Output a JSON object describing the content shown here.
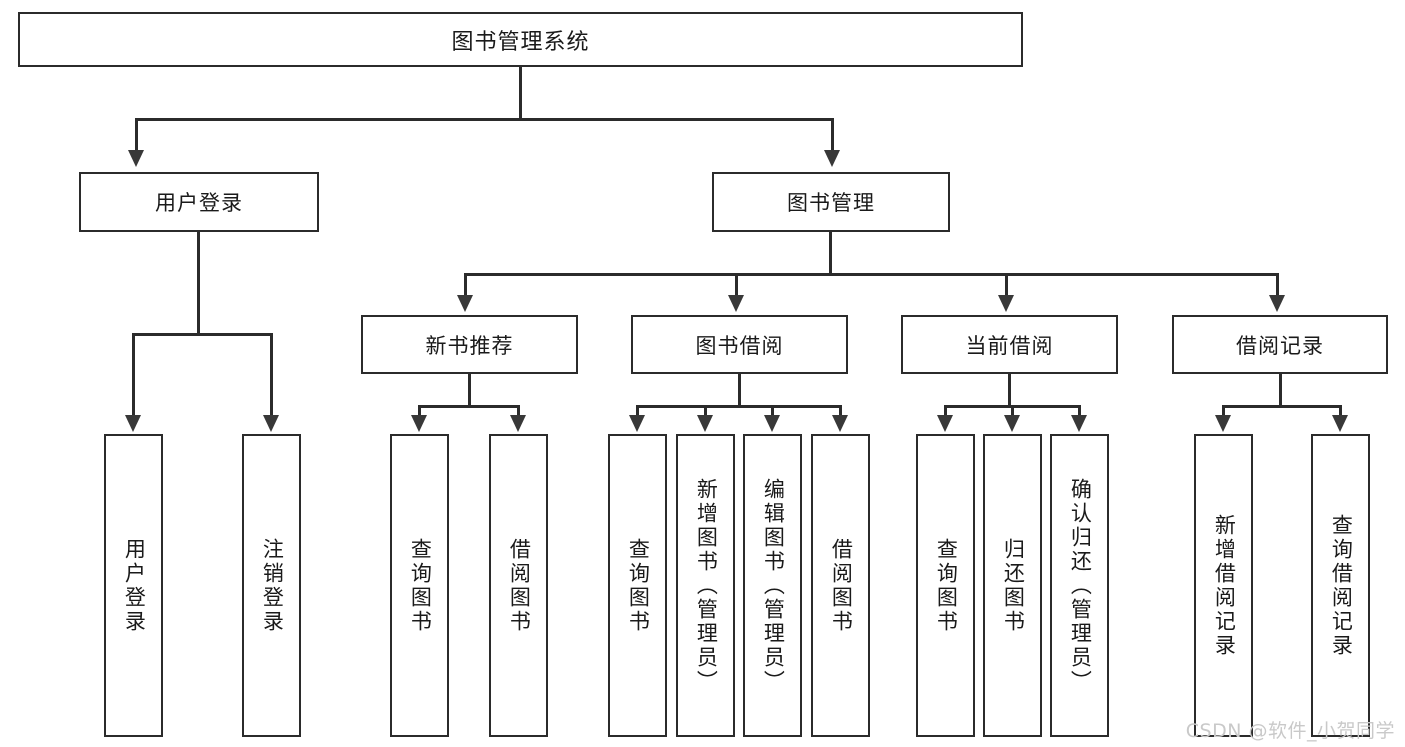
{
  "diagram": {
    "title": "图书管理系统",
    "type": "tree-hierarchy-diagram",
    "accent_color": "#2b2b2b",
    "background_color": "#ffffff",
    "root": {
      "label": "图书管理系统"
    },
    "level1": [
      {
        "label": "用户登录"
      },
      {
        "label": "图书管理"
      }
    ],
    "level2": [
      {
        "label": "新书推荐"
      },
      {
        "label": "图书借阅"
      },
      {
        "label": "当前借阅"
      },
      {
        "label": "借阅记录"
      }
    ],
    "leaves": {
      "user_login": [
        {
          "label": "用户登录"
        },
        {
          "label": "注销登录"
        }
      ],
      "new_book_recommend": [
        {
          "label": "查询图书"
        },
        {
          "label": "借阅图书"
        }
      ],
      "book_borrow": [
        {
          "label": "查询图书"
        },
        {
          "label": "新增图书（管理员）"
        },
        {
          "label": "编辑图书（管理员）"
        },
        {
          "label": "借阅图书"
        }
      ],
      "current_borrow": [
        {
          "label": "查询图书"
        },
        {
          "label": "归还图书"
        },
        {
          "label": "确认归还（管理员）"
        }
      ],
      "borrow_record": [
        {
          "label": "新增借阅记录"
        },
        {
          "label": "查询借阅记录"
        }
      ]
    }
  },
  "watermark": {
    "text": "CSDN @软件_小贺同学"
  }
}
